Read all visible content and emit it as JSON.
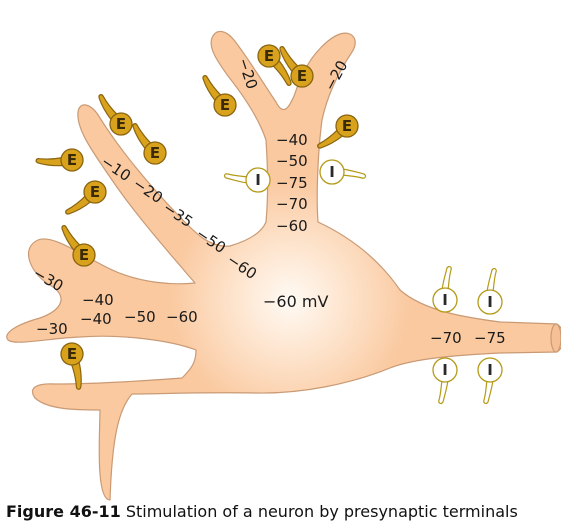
{
  "soma_potential": "−60 mV",
  "dendrite_labels": {
    "top_left_branch": "−20",
    "top_right_branch": "−20",
    "vertical_shaft": [
      "−40",
      "−50",
      "−75",
      "−70",
      "−60"
    ],
    "diagonal_branch": [
      "−10",
      "−20",
      "−35",
      "−50",
      "−60"
    ],
    "left_branch_upper": [
      "−30",
      "−40"
    ],
    "left_branch_lower": [
      "−30",
      "−40",
      "−50",
      "−60"
    ],
    "axon": [
      "−70",
      "−75"
    ]
  },
  "synapse_letters": {
    "excitatory": "E",
    "inhibitory": "I"
  },
  "caption": {
    "label": "Figure 46-11",
    "text": " Stimulation of a neuron by presynaptic terminals"
  },
  "colors": {
    "membrane": "#fac9a0",
    "membrane_outline": "#c99a74",
    "soma_center": "#fffaf4",
    "excitatory_fill": "#d9a21c",
    "excitatory_stroke": "#8a6410",
    "inhibitory_fill": "#ffffff",
    "inhibitory_stroke": "#b59a18"
  }
}
